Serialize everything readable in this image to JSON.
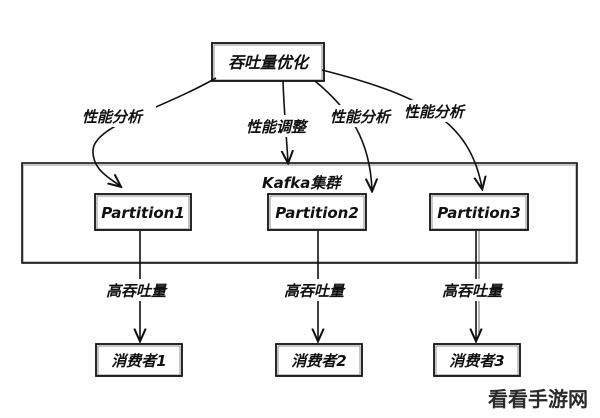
{
  "diagram": {
    "root": "吞吐量优化",
    "cluster_label": "Kafka集群",
    "edges_top": [
      "性能分析",
      "性能调整",
      "性能分析",
      "性能分析"
    ],
    "partitions": [
      "Partition1",
      "Partition2",
      "Partition3"
    ],
    "edge_bottom": [
      "高吞吐量",
      "高吞吐量",
      "高吞吐量"
    ],
    "consumers": [
      "消费者1",
      "消费者2",
      "消费者3"
    ]
  },
  "watermark": "看看手游网"
}
